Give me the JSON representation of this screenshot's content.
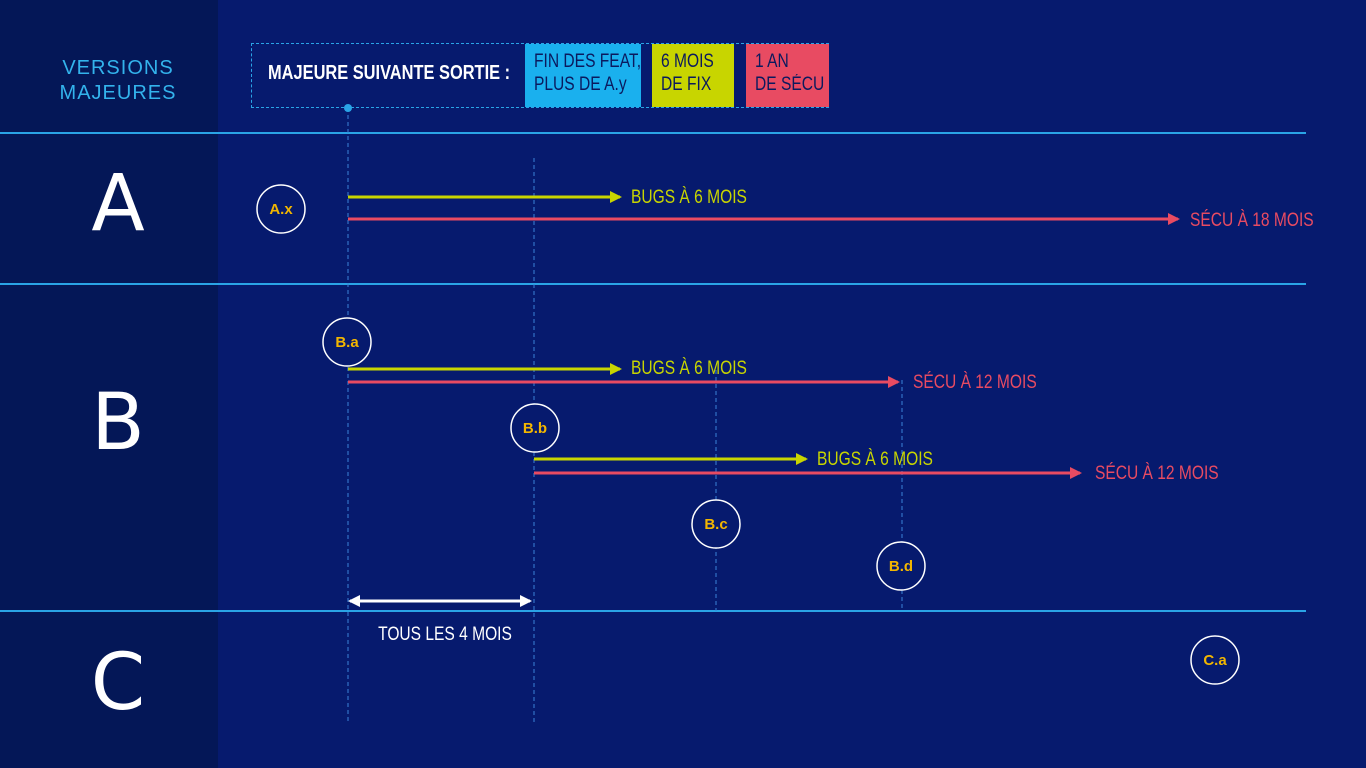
{
  "sidebar": {
    "title_line1": "VERSIONS",
    "title_line2": "MAJEURES",
    "sections": [
      "A",
      "B",
      "C"
    ]
  },
  "legend": {
    "label": "MAJEURE SUIVANTE SORTIE :",
    "items": [
      {
        "line1": "FIN DES FEAT,",
        "line2": "PLUS DE A.y",
        "color": "#1ab0ee"
      },
      {
        "line1": "6 MOIS",
        "line2": "DE FIX",
        "color": "#c8d500"
      },
      {
        "line1": "1 AN",
        "line2": "DE SÉCU",
        "color": "#e84b62"
      }
    ]
  },
  "colors": {
    "background": "#061a6e",
    "sidebar": "#041757",
    "divider": "#2aa4e6",
    "bugs": "#c8d500",
    "secu": "#e84b62",
    "node_text": "#f2b600",
    "white": "#ffffff"
  },
  "nodes": [
    "A.x",
    "B.a",
    "B.b",
    "B.c",
    "B.d",
    "C.a"
  ],
  "arrows": {
    "a_bugs": "BUGS À 6 MOIS",
    "a_secu": "SÉCU À 18 MOIS",
    "ba_bugs": "BUGS À 6 MOIS",
    "ba_secu": "SÉCU À 12 MOIS",
    "bb_bugs": "BUGS À 6 MOIS",
    "bb_secu": "SÉCU À 12 MOIS"
  },
  "interval_label": "TOUS LES 4 MOIS"
}
